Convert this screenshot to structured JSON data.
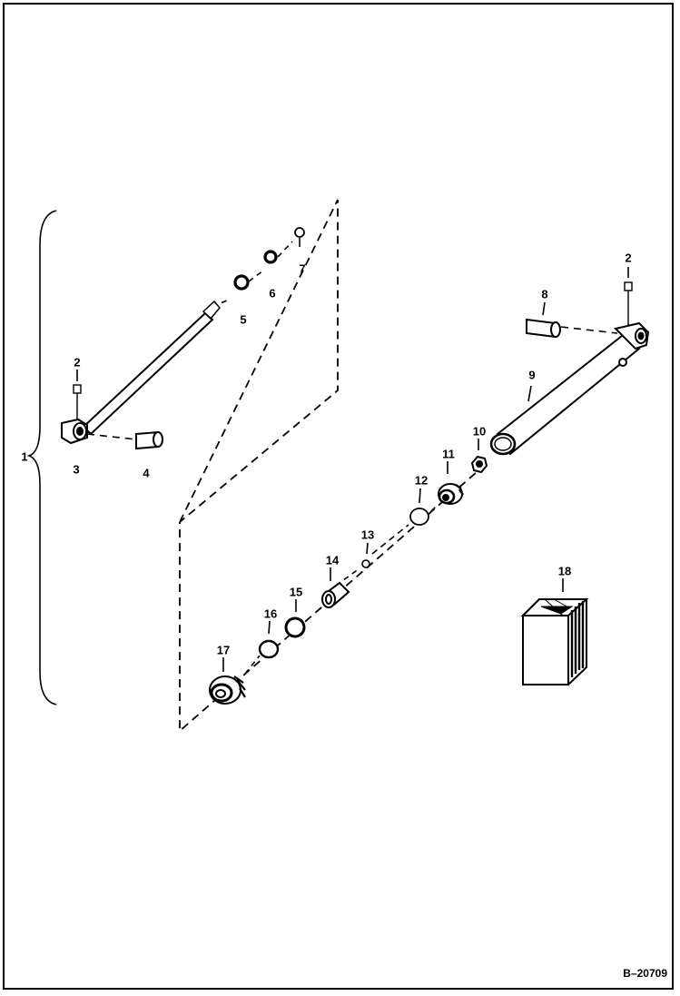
{
  "figure_ref": "B–20709",
  "callouts": [
    "1",
    "2",
    "3",
    "4",
    "5",
    "6",
    "7",
    "2",
    "8",
    "9",
    "10",
    "11",
    "12",
    "13",
    "14",
    "15",
    "16",
    "17",
    "18"
  ],
  "colors": {
    "ink": "#000000",
    "paper": "#ffffff"
  }
}
